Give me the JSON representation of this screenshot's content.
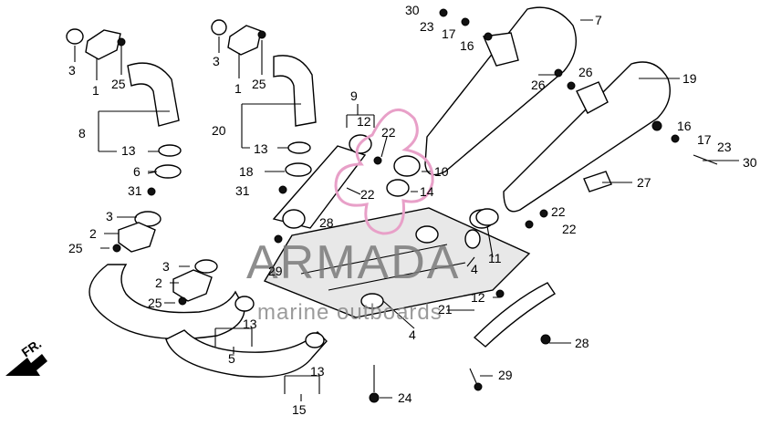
{
  "watermark": {
    "brand": "ARMADA",
    "tagline": "marine outboards",
    "accent": "#e8a0c8"
  },
  "front_label": "FR.",
  "callouts": {
    "c1a": "1",
    "c1b": "1",
    "c2a": "2",
    "c2b": "2",
    "c3a": "3",
    "c3b": "3",
    "c3c": "3",
    "c3d": "3",
    "c4a": "4",
    "c4b": "4",
    "c5": "5",
    "c6": "6",
    "c7": "7",
    "c8": "8",
    "c9": "9",
    "c10": "10",
    "c11": "11",
    "c12a": "12",
    "c12b": "12",
    "c13a": "13",
    "c13b": "13",
    "c13c": "13",
    "c13d": "13",
    "c14": "14",
    "c15": "15",
    "c16a": "16",
    "c16b": "16",
    "c17a": "17",
    "c17b": "17",
    "c18": "18",
    "c19": "19",
    "c20": "20",
    "c21": "21",
    "c22a": "22",
    "c22b": "22",
    "c22c": "22",
    "c22d": "22",
    "c23a": "23",
    "c23b": "23",
    "c24": "24",
    "c25a": "25",
    "c25b": "25",
    "c25c": "25",
    "c25d": "25",
    "c26a": "26",
    "c26b": "26",
    "c27": "27",
    "c28a": "28",
    "c28b": "28",
    "c29a": "29",
    "c29b": "29",
    "c30a": "30",
    "c30b": "30",
    "c31a": "31",
    "c31b": "31"
  }
}
